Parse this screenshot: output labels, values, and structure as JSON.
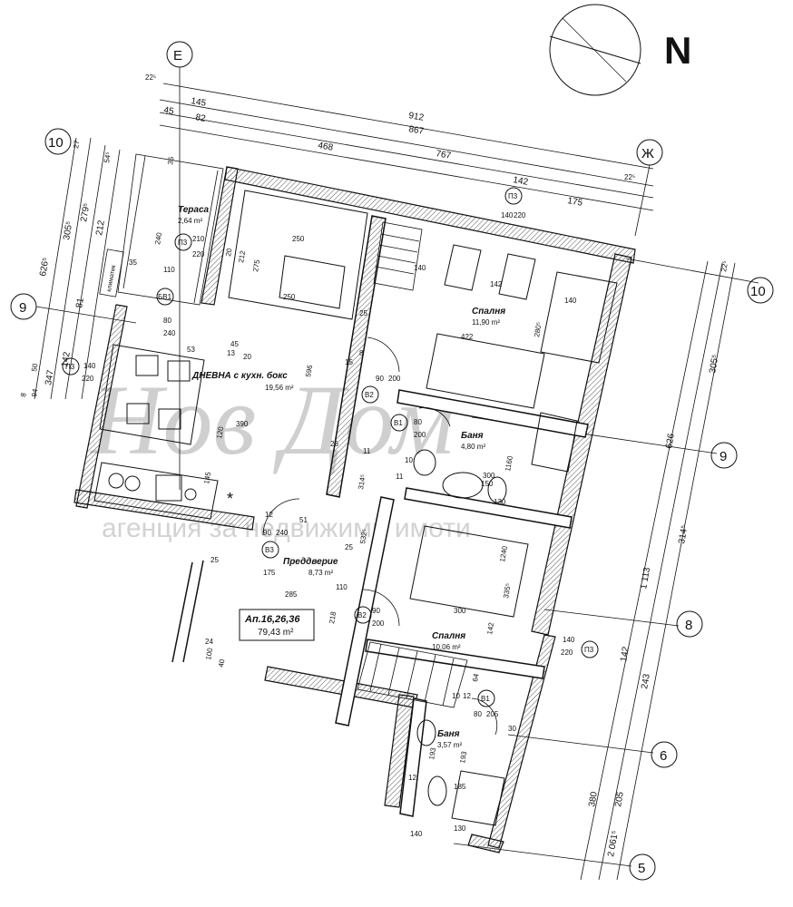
{
  "compass": {
    "north_label": "N"
  },
  "axis_labels": [
    "E",
    "10",
    "Ж",
    "9",
    "10",
    "9",
    "8",
    "6",
    "5"
  ],
  "top_dimensions": [
    "22⁵",
    "145",
    "45",
    "82",
    "912",
    "867",
    "468",
    "767",
    "142",
    "22⁵",
    "175"
  ],
  "left_dimensions": [
    "27",
    "54⁵",
    "305⁵",
    "279⁵",
    "212",
    "626⁵",
    "81",
    "142",
    "347",
    "94",
    "50",
    "8"
  ],
  "right_dimensions": [
    "22⁵",
    "305⁵",
    "626",
    "314⁵",
    "1 113",
    "142",
    "243",
    "380",
    "205",
    "2 061⁵"
  ],
  "interior_dimensions": [
    "35",
    "240",
    "35",
    "110",
    "250",
    "250",
    "25",
    "20",
    "212",
    "275",
    "140",
    "142",
    "140",
    "422",
    "280⁵",
    "53",
    "45",
    "13",
    "20",
    "8",
    "15",
    "596",
    "390",
    "120",
    "26",
    "11",
    "145",
    "10",
    "314⁵",
    "11",
    "1160",
    "300",
    "130",
    "150",
    "25",
    "25",
    "175",
    "110",
    "285",
    "218",
    "532⁵",
    "24",
    "300",
    "335⁵",
    "1240",
    "142",
    "64",
    "12",
    "10",
    "30",
    "185",
    "12",
    "193",
    "193",
    "140",
    "130",
    "100",
    "40",
    "12",
    "51"
  ],
  "rooms": [
    {
      "name": "Тераса",
      "area": "2,64 m²"
    },
    {
      "name": "ДНЕВНА с кухн. бокс",
      "area": "19,56 m²"
    },
    {
      "name": "Спалня",
      "area": "11,90 m²"
    },
    {
      "name": "Баня",
      "area": "4,80 m²"
    },
    {
      "name": "Преддверие",
      "area": "8,73 m²"
    },
    {
      "name": "Спалня",
      "area": "10,06 m²"
    },
    {
      "name": "Баня",
      "area": "3,57 m²"
    }
  ],
  "apartment": {
    "label": "Ап.16,26,36",
    "area": "79,43 m²"
  },
  "openings": [
    {
      "code": "П3",
      "w": "210",
      "h": "220"
    },
    {
      "code": "П3",
      "w": "140",
      "h": "220"
    },
    {
      "code": "П3",
      "w": "140",
      "h": "220"
    },
    {
      "code": "П3",
      "w": "140",
      "h": "220"
    },
    {
      "code": "БВ1",
      "w": "80",
      "h": "240"
    },
    {
      "code": "В2",
      "w": "90",
      "h": "200"
    },
    {
      "code": "В1",
      "w": "80",
      "h": "200"
    },
    {
      "code": "В3",
      "w": "90",
      "h": "240"
    },
    {
      "code": "В2",
      "w": "90",
      "h": "200"
    },
    {
      "code": "В1",
      "w": "80",
      "h": "205"
    }
  ],
  "misc_labels": {
    "aircon": "климатик",
    "star": "*"
  },
  "watermark": {
    "logo": "Нов Дом",
    "tagline": "агенция за недвижими имоти"
  },
  "colors": {
    "line": "#111111",
    "wall_hatch": "#444444",
    "watermark": "#cfcfcf"
  }
}
